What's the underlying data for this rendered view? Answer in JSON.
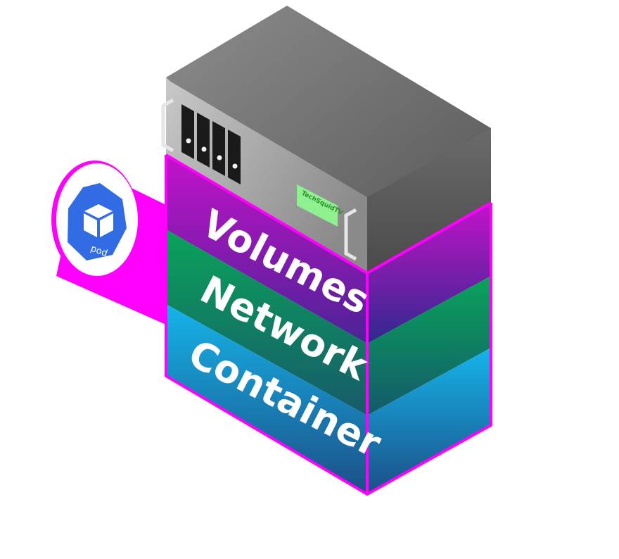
{
  "layers": [
    {
      "label": "Volumes",
      "color_top": "#c312c9",
      "color_bottom": "#3a1f8f"
    },
    {
      "label": "Network",
      "color_top": "#0aa35a",
      "color_bottom": "#175a6a"
    },
    {
      "label": "Container",
      "color_top": "#16b4ea",
      "color_bottom": "#1b4f86"
    }
  ],
  "server": {
    "brand_label": "TechSquidTV",
    "drive_bays": 4
  },
  "pod": {
    "label": "pod",
    "icon": "kubernetes-pod-cube-icon",
    "color": "#326ce5"
  },
  "accent_color": "#ff00ff"
}
